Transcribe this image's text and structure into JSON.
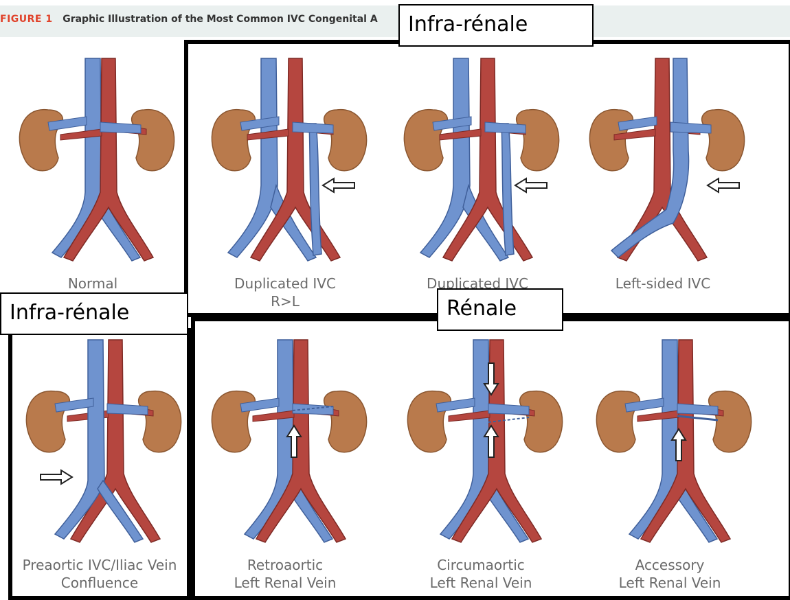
{
  "figure": {
    "prefix": "FIGURE 1",
    "title": "Graphic Illustration of the Most Common IVC Congenital A"
  },
  "annotations": {
    "top_right": "Infra-rénale",
    "middle_left": "Infra-rénale",
    "middle_center": "Rénale"
  },
  "panels": [
    {
      "id": "normal",
      "line1": "Normal",
      "line2": ""
    },
    {
      "id": "duplicated-rl",
      "line1": "Duplicated IVC",
      "line2": "R>L"
    },
    {
      "id": "duplicated-lr",
      "line1": "Duplicated IVC",
      "line2": ""
    },
    {
      "id": "left-sided",
      "line1": "Left-sided IVC",
      "line2": ""
    },
    {
      "id": "preaortic",
      "line1": "Preaortic IVC/Iliac Vein",
      "line2": "Confluence"
    },
    {
      "id": "retroaortic",
      "line1": "Retroaortic",
      "line2": "Left Renal Vein"
    },
    {
      "id": "circumaortic",
      "line1": "Circumaortic",
      "line2": "Left Renal Vein"
    },
    {
      "id": "accessory",
      "line1": "Accessory",
      "line2": "Left Renal Vein"
    }
  ],
  "colors": {
    "vein": "#6f93cf",
    "artery": "#b5463f",
    "kidney": "#b97a4c",
    "frame": "#000000",
    "title_accent": "#e0422a"
  }
}
